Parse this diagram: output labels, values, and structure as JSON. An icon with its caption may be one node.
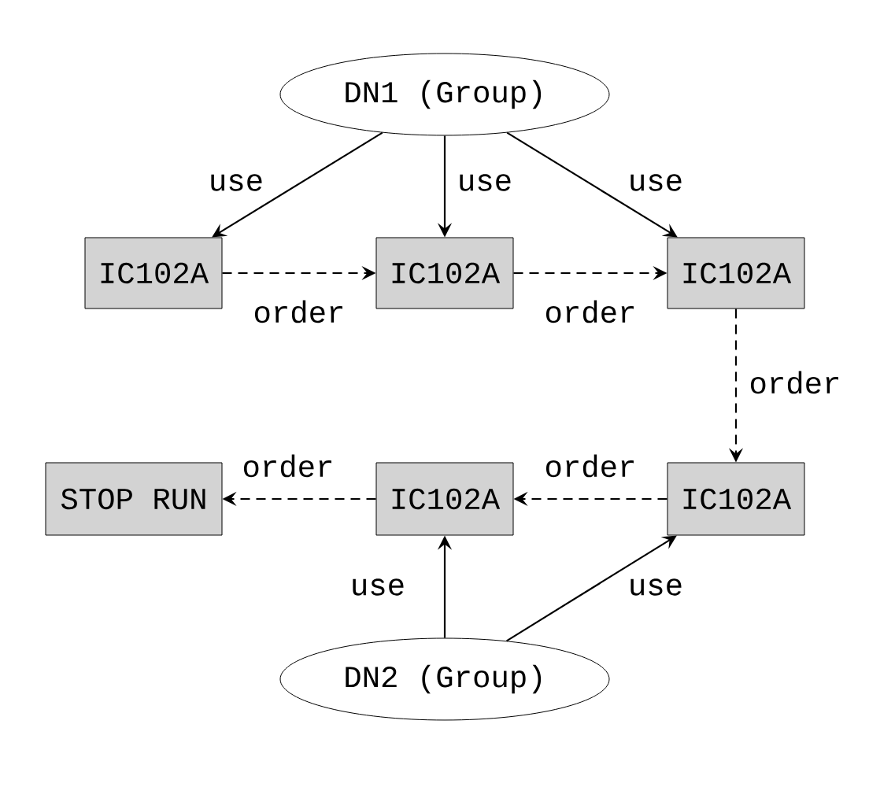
{
  "diagram": {
    "nodes": [
      {
        "text": [
          "DN1 (Group)"
        ]
      },
      {
        "text": [
          "IC102A"
        ]
      },
      {
        "text": [
          "IC102A"
        ]
      },
      {
        "text": [
          "IC102A"
        ]
      },
      {
        "text": [
          "STOP RUN"
        ]
      },
      {
        "text": [
          "IC102A"
        ]
      },
      {
        "text": [
          "IC102A"
        ]
      },
      {
        "text": [
          "DN2 (Group)"
        ]
      }
    ],
    "edges": [
      {
        "from": 0,
        "to": 1,
        "arrow": "to",
        "label": "use"
      },
      {
        "from": 0,
        "to": 2,
        "arrow": "to",
        "label": "use"
      },
      {
        "from": 0,
        "to": 3,
        "arrow": "to",
        "label": "use"
      },
      {
        "from": 1,
        "to": 2,
        "arrow": "to",
        "label": "order",
        "style": "dashed"
      },
      {
        "from": 2,
        "to": 3,
        "arrow": "to",
        "label": "order",
        "style": "dashed"
      },
      {
        "from": 3,
        "to": 6,
        "arrow": "to",
        "label": "order",
        "style": "dashed"
      },
      {
        "from": 6,
        "to": 5,
        "arrow": "to",
        "label": "order",
        "style": "dashed"
      },
      {
        "from": 5,
        "to": 4,
        "arrow": "to",
        "label": "order",
        "style": "dashed"
      },
      {
        "from": 7,
        "to": 5,
        "arrow": "to",
        "label": "use"
      },
      {
        "from": 7,
        "to": 6,
        "arrow": "to",
        "label": "use"
      }
    ]
  }
}
